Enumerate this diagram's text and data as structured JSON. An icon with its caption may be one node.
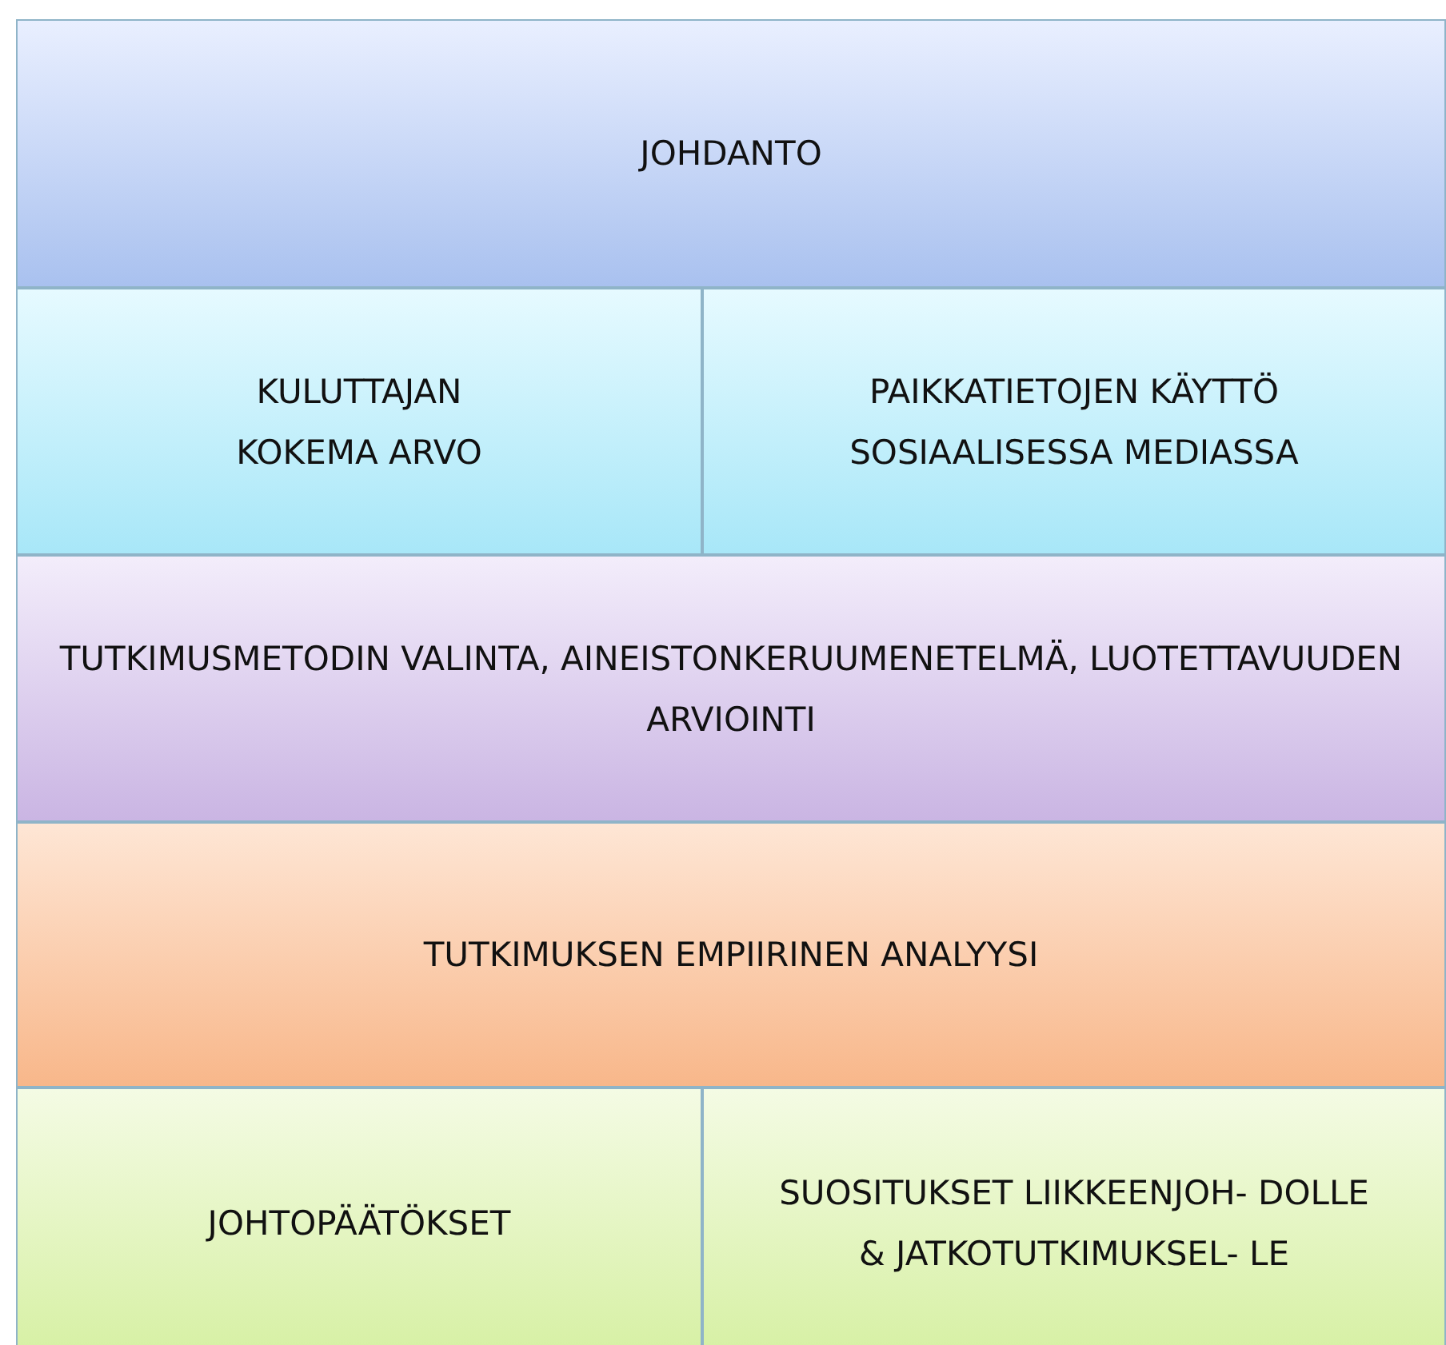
{
  "diagram": {
    "nodes": [
      {
        "text": [
          "JOHDANTO"
        ]
      },
      {
        "text": [
          "KULUTTAJAN KOKEMA ARVO"
        ]
      },
      {
        "text": [
          "PAIKKATIETOJEN KÄYTTÖ SOSIAALISESSA MEDIASSA"
        ]
      },
      {
        "text": [
          "TUTKIMUSMETODIN VALINTA, AINEISTONKERUUMENETELMÄ, LUOTETTAVUUDEN ARVIOINTI"
        ]
      },
      {
        "text": [
          "TUTKIMUKSEN EMPIIRINEN ANALYYSI"
        ]
      },
      {
        "text": [
          "JOHTOPÄÄTÖKSET"
        ]
      },
      {
        "text": [
          "SUOSITUKSET LIIKKEENJOH- DOLLE & JATKOTUTKIMUKSEL- LE"
        ]
      }
    ]
  }
}
